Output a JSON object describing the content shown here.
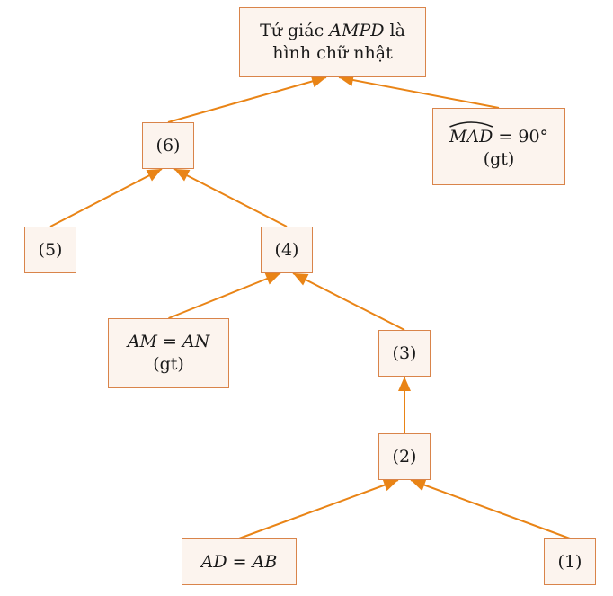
{
  "nodes": {
    "root": {
      "line1_prefix": "Tứ giác ",
      "line1_math": "AMPD",
      "line1_suffix": " là",
      "line2": "hình chữ nhật"
    },
    "n6": {
      "label": "(6)"
    },
    "mad": {
      "angle": "MAD",
      "rest": " = 90°",
      "note": "(gt)"
    },
    "n5": {
      "label": "(5)"
    },
    "n4": {
      "label": "(4)"
    },
    "am_an": {
      "lhs": "AM",
      "eq": " = ",
      "rhs": "AN",
      "note": "(gt)"
    },
    "n3": {
      "label": "(3)"
    },
    "n2": {
      "label": "(2)"
    },
    "ad_ab": {
      "lhs": "AD",
      "eq": " = ",
      "rhs": "AB"
    },
    "n1": {
      "label": "(1)"
    }
  },
  "edges": [
    {
      "from": "n6",
      "to": "root"
    },
    {
      "from": "mad",
      "to": "root"
    },
    {
      "from": "n5",
      "to": "n6"
    },
    {
      "from": "n4",
      "to": "n6"
    },
    {
      "from": "am_an",
      "to": "n4"
    },
    {
      "from": "n3",
      "to": "n4"
    },
    {
      "from": "n2",
      "to": "n3"
    },
    {
      "from": "ad_ab",
      "to": "n2"
    },
    {
      "from": "n1",
      "to": "n2"
    }
  ],
  "colors": {
    "edge": "#e98416",
    "node_border": "#d9844a",
    "node_fill": "#fcf4ee"
  }
}
